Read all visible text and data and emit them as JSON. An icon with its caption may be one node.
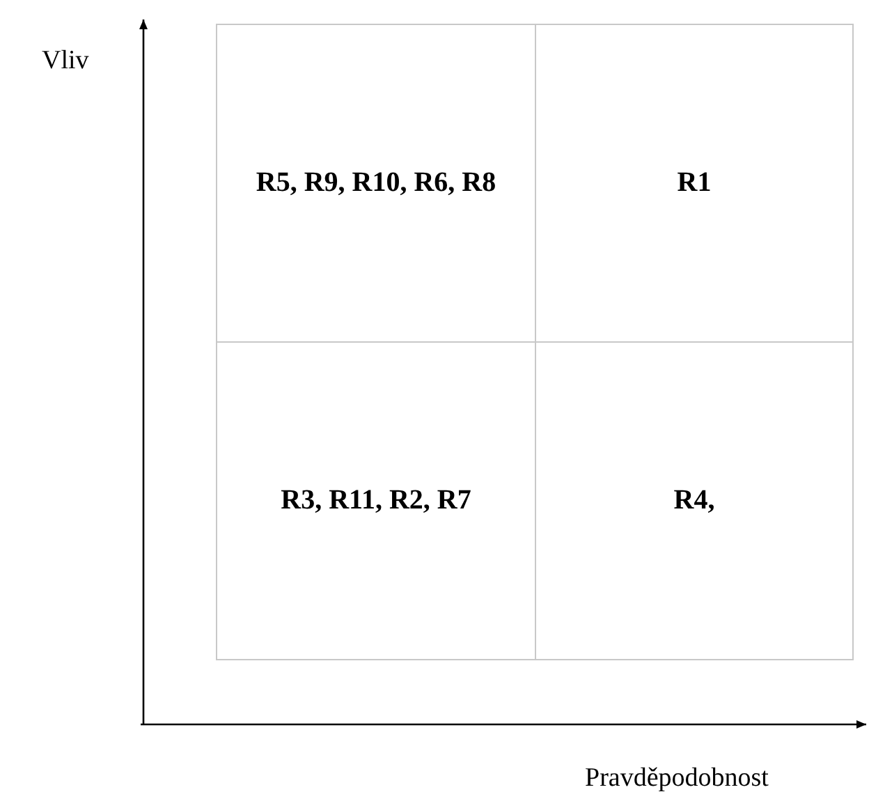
{
  "diagram": {
    "nodes": [
      {
        "text": [
          "R5, R9, R10, R6, R8"
        ]
      },
      {
        "text": [
          "R1"
        ]
      },
      {
        "text": [
          "R3, R11, R2, R7"
        ]
      },
      {
        "text": [
          "R4,"
        ]
      }
    ],
    "labels": [
      "Vliv",
      "Pravděpodobnost"
    ]
  }
}
